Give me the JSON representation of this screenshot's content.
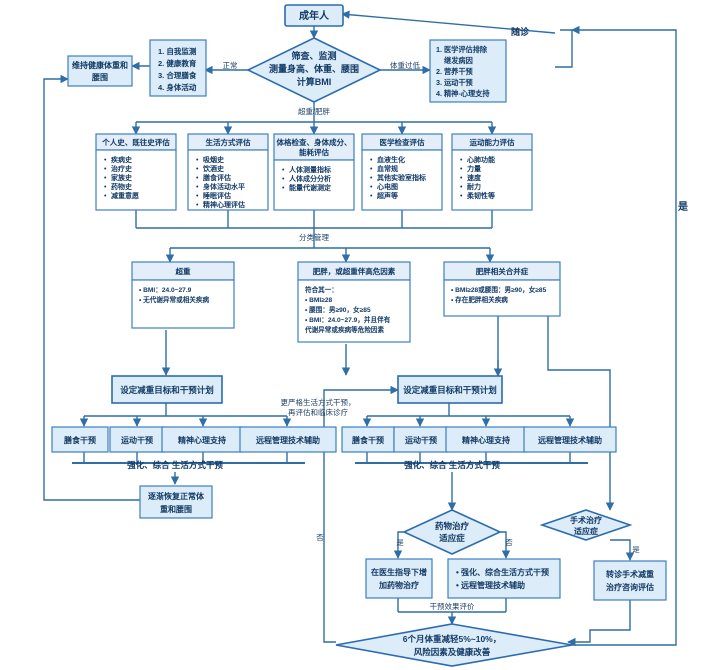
{
  "start": "成年人",
  "revisit": "随诊",
  "screen": {
    "l1": "筛查、监测",
    "l2": "测量身高、体重、腰围",
    "l3": "计算BMI"
  },
  "labels": {
    "normal": "正常",
    "underweight": "体重过低",
    "overweight": "超重/肥胖",
    "classify": "分类管理",
    "yes_big": "是",
    "yes": "是",
    "no": "否",
    "eval_effect": "干预效果评价",
    "stricter": [
      "更严格生活方式干预，",
      "再评估和临床诊疗"
    ]
  },
  "left_box": {
    "items": [
      "1. 自我监测",
      "2. 健康教育",
      "3. 合理膳食",
      "4. 身体活动"
    ]
  },
  "maintain": [
    "维持健康体重和",
    "腰围"
  ],
  "right_box": {
    "items": [
      "1. 医学评估排除",
      "继发病因",
      "2. 营养干预",
      "3. 运动干预",
      "4. 精神-心理支持"
    ]
  },
  "assess": [
    {
      "title": [
        "个人史、既往史评估"
      ],
      "items": [
        "疾病史",
        "治疗史",
        "家族史",
        "药物史",
        "减重意愿"
      ]
    },
    {
      "title": [
        "生活方式评估"
      ],
      "items": [
        "吸烟史",
        "饮酒史",
        "膳食评估",
        "身体活动水平",
        "睡眠评估",
        "精神心理评估"
      ]
    },
    {
      "title": [
        "体格检查、身体成分、",
        "能耗评估"
      ],
      "items": [
        "人体测量指标",
        "人体成分分析",
        "能量代谢测定"
      ]
    },
    {
      "title": [
        "医学检查评估"
      ],
      "items": [
        "血液生化",
        "血常规",
        "其他实验室指标",
        "心电图",
        "超声等"
      ]
    },
    {
      "title": [
        "运动能力评估"
      ],
      "items": [
        "心肺功能",
        "力量",
        "速度",
        "耐力",
        "柔韧性等"
      ]
    }
  ],
  "categories": [
    {
      "title": "超重",
      "lines": [
        "• BMI：24.0~27.9",
        "• 无代谢异常或相关疾病"
      ]
    },
    {
      "title": "肥胖，或超重伴高危因素",
      "lines": [
        "符合其一：",
        "• BMI≥28",
        "• 腰围：男≥90，女≥85",
        "• BMI：24.0~27.9，并且伴有",
        "  代谢异常或疾病等危险因素"
      ]
    },
    {
      "title": "肥胖相关合并症",
      "lines": [
        "• BMI≥28或腰围：男≥90，女≥85",
        "• 存在肥胖相关疾病"
      ]
    }
  ],
  "plan": "设定减重目标和干预计划",
  "interventions": [
    "膳食干预",
    "运动干预",
    "精神心理支持",
    "远程管理技术辅助"
  ],
  "strengthen": "强化、综合 生活方式干预",
  "restore": [
    "逐渐恢复正常体",
    "重和腰围"
  ],
  "drug": [
    "药物治疗",
    "适应症"
  ],
  "surgery": [
    "手术治疗",
    "适应症"
  ],
  "drug_yes": [
    "在医生指导下增",
    "加药物治疗"
  ],
  "drug_no": [
    "• 强化、综合生活方式干预",
    "• 远程管理技术辅助"
  ],
  "surgery_yes": [
    "转诊手术减重",
    "治疗咨询评估"
  ],
  "goal": [
    "6个月体重减轻5%~10%，",
    "风险因素及健康改善"
  ]
}
